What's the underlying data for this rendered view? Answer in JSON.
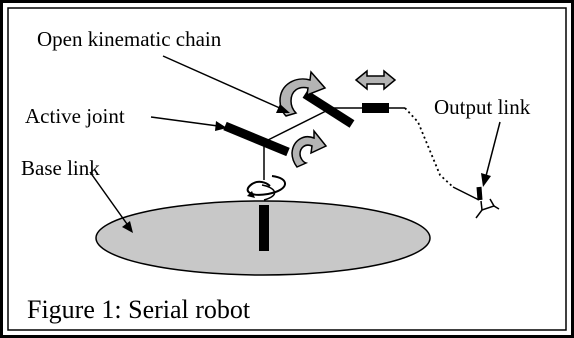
{
  "labels": {
    "open_chain": "Open kinematic chain",
    "active_joint": "Active joint",
    "base_link": "Base link",
    "output_link": "Output link"
  },
  "caption": "Figure 1: Serial robot",
  "colors": {
    "ink": "#000000",
    "background": "#ffffff",
    "base_fill": "#c8c8c8",
    "arrow_fill": "#b4b4b4"
  },
  "icons": {
    "rotation_arrow": "curved-arrow-icon",
    "prismatic_arrow": "double-arrow-icon",
    "revolute_base_arrow": "spiral-arrow-icon"
  }
}
